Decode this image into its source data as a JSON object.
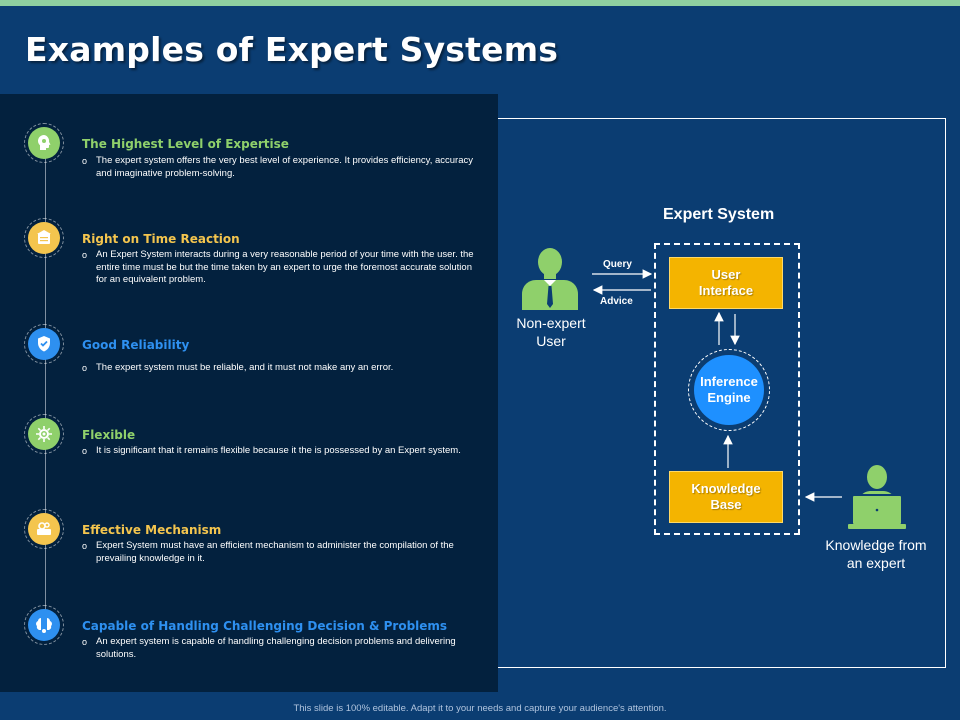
{
  "title": "Examples of Expert Systems",
  "items": [
    {
      "heading": "The Highest Level of Expertise",
      "body": "The expert system offers the very best level of experience. It provides efficiency, accuracy and imaginative problem-solving.",
      "color": "#8fd06b",
      "icon": "expertise-head-icon"
    },
    {
      "heading": "Right on Time Reaction",
      "body": "An Expert System interacts during a very reasonable period of your time with the user. the entire time must be but the time taken by an expert to urge the foremost accurate solution for an equivalent problem.",
      "color": "#f4c54e",
      "icon": "time-reaction-icon"
    },
    {
      "heading": "Good Reliability",
      "body": "The expert system must be reliable, and it must not make any an error.",
      "color": "#2e90f0",
      "icon": "shield-check-icon"
    },
    {
      "heading": "Flexible",
      "body": "It is significant that it remains flexible because it the is possessed by an Expert system.",
      "color": "#8fd06b",
      "icon": "flexible-gear-icon"
    },
    {
      "heading": "Effective Mechanism",
      "body": "Expert System must have an efficient mechanism to administer the compilation of the prevailing knowledge in it.",
      "color": "#f4c54e",
      "icon": "mechanism-icon"
    },
    {
      "heading": "Capable of Handling Challenging Decision & Problems",
      "body": "An expert system is capable of handling challenging decision problems and delivering solutions.",
      "color": "#2e90f0",
      "icon": "brain-gear-icon"
    }
  ],
  "diagram": {
    "expert_system_label": "Expert System",
    "user_interface": "User Interface",
    "inference_engine": "Inference Engine",
    "knowledge_base": "Knowledge Base",
    "non_expert_user": "Non-expert User",
    "knowledge_from_expert": "Knowledge from an expert",
    "query_label": "Query",
    "advice_label": "Advice",
    "user_icon": "businessman-icon",
    "expert_icon": "laptop-expert-icon",
    "colors": {
      "user_green": "#8fd06b",
      "box_yellow": "#f4b400",
      "engine_blue": "#1e90ff"
    }
  },
  "footer": "This slide is 100% editable. Adapt it to your needs and capture your audience's attention."
}
